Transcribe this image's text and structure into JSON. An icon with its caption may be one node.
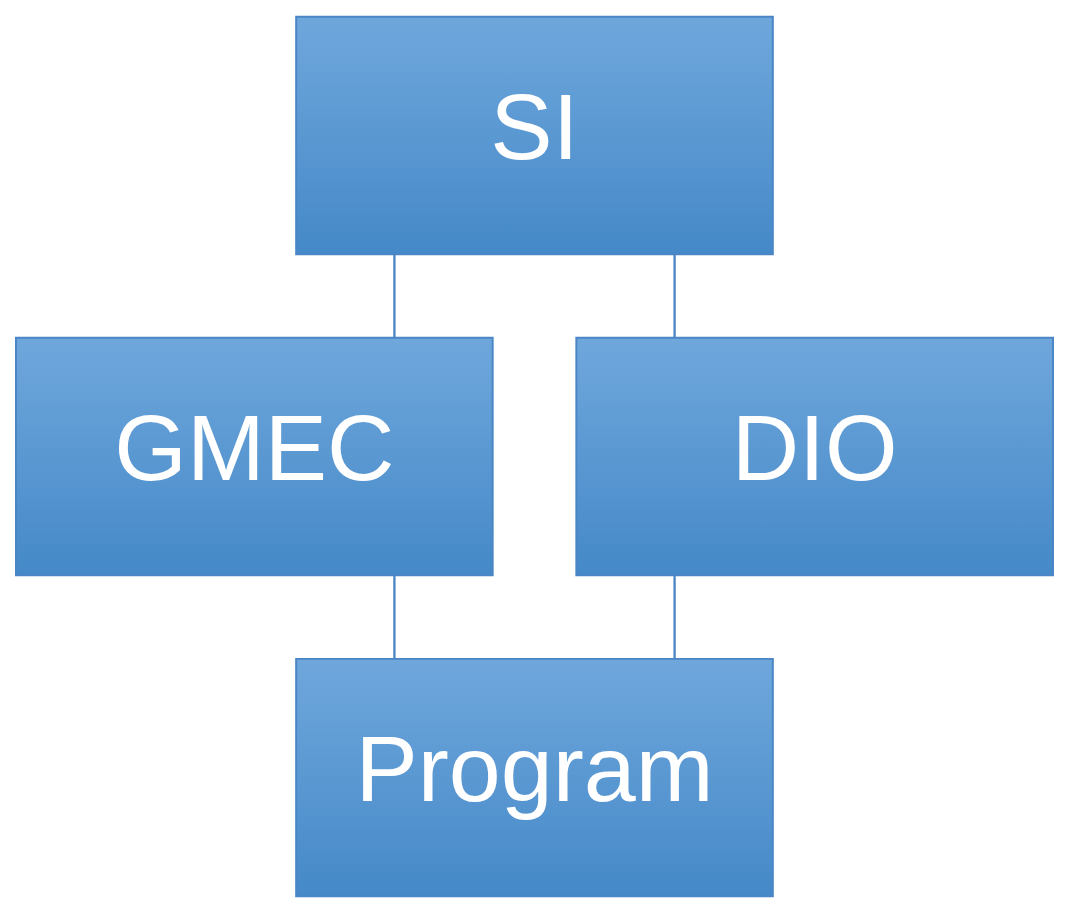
{
  "diagram": {
    "nodes": [
      {
        "text": [
          "SI"
        ]
      },
      {
        "text": [
          "GMEC"
        ]
      },
      {
        "text": [
          "DIO"
        ]
      },
      {
        "text": [
          "Program"
        ]
      }
    ],
    "edges": [
      {
        "from": 0,
        "to": 1,
        "arrow": "none"
      },
      {
        "from": 0,
        "to": 2,
        "arrow": "none"
      },
      {
        "from": 1,
        "to": 3,
        "arrow": "none"
      },
      {
        "from": 2,
        "to": 3,
        "arrow": "none"
      }
    ]
  }
}
